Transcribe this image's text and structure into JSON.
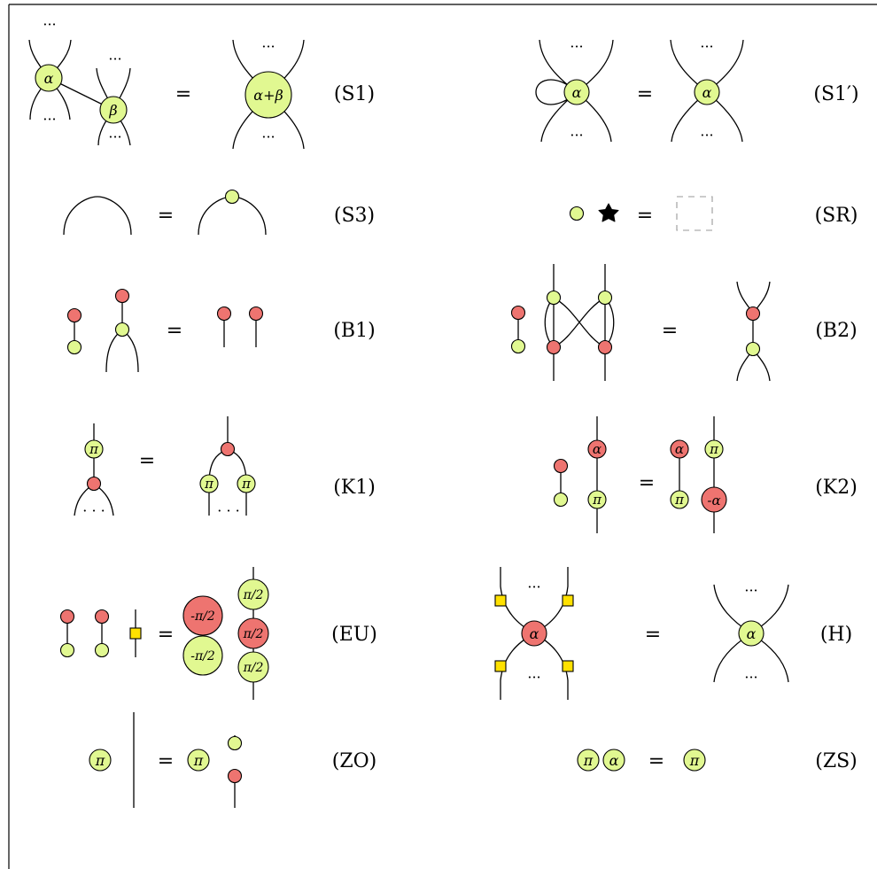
{
  "rules": [
    {
      "id": "S1",
      "label": "(S1)",
      "lhs": {
        "alpha": "α",
        "beta": "β",
        "dots": "···"
      },
      "rhs": {
        "sum": "α+β",
        "dots": "···"
      }
    },
    {
      "id": "S1p",
      "label": "(S1′)",
      "lhs": {
        "alpha": "α",
        "dots": "···"
      },
      "rhs": {
        "alpha": "α",
        "dots": "···"
      }
    },
    {
      "id": "S3",
      "label": "(S3)"
    },
    {
      "id": "SR",
      "label": "(SR)"
    },
    {
      "id": "B1",
      "label": "(B1)"
    },
    {
      "id": "B2",
      "label": "(B2)"
    },
    {
      "id": "K1",
      "label": "(K1)",
      "pi": "π",
      "dots": "· · ·"
    },
    {
      "id": "K2",
      "label": "(K2)",
      "alpha": "α",
      "pi": "π",
      "neg_alpha": "-α"
    },
    {
      "id": "EU",
      "label": "(EU)",
      "neg_half_pi": "-π/2",
      "half_pi": "π/2"
    },
    {
      "id": "H",
      "label": "(H)",
      "alpha": "α",
      "dots": "···"
    },
    {
      "id": "ZO",
      "label": "(ZO)",
      "pi": "π"
    },
    {
      "id": "ZS",
      "label": "(ZS)",
      "pi": "π",
      "alpha": "α"
    }
  ],
  "equals": "=",
  "colors": {
    "green_spider": "#e1f891",
    "red_spider": "#ee7470",
    "hadamard": "#ffe100",
    "stroke": "#000000"
  },
  "icons": {
    "star": "star-icon",
    "empty_diagram": "dashed-box-icon"
  }
}
